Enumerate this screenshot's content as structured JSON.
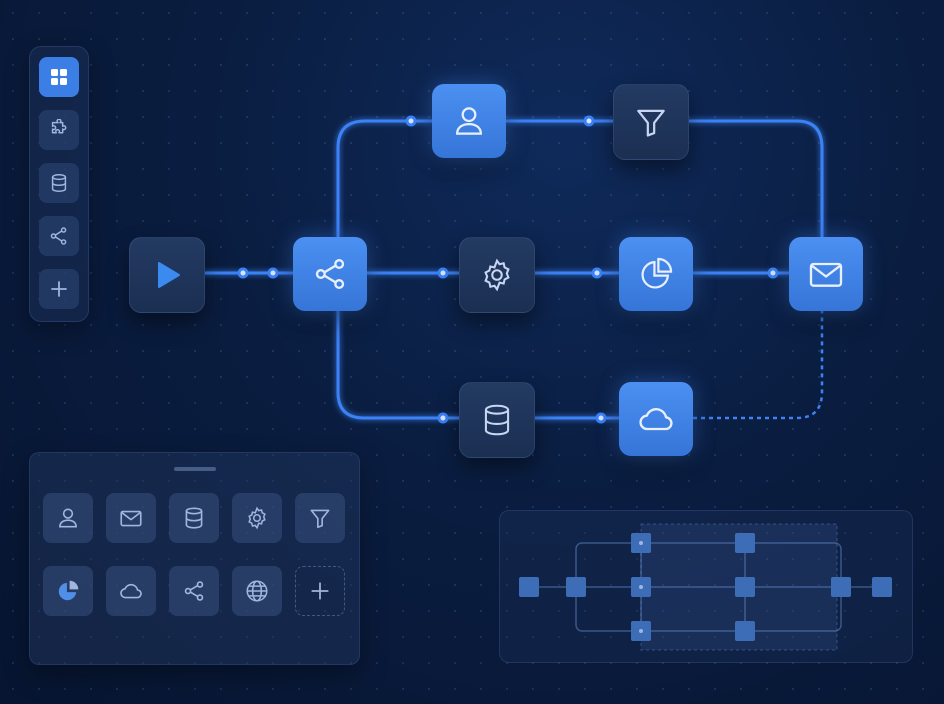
{
  "sidebar": {
    "items": [
      {
        "icon": "grid-icon",
        "active": true
      },
      {
        "icon": "puzzle-icon",
        "active": false
      },
      {
        "icon": "database-icon",
        "active": false
      },
      {
        "icon": "share-icon",
        "active": false
      },
      {
        "icon": "plus-icon",
        "active": false
      }
    ]
  },
  "workflow": {
    "nodes": [
      {
        "id": "start",
        "icon": "play-icon",
        "style": "dark"
      },
      {
        "id": "branch",
        "icon": "share-icon",
        "style": "blue"
      },
      {
        "id": "user",
        "icon": "user-icon",
        "style": "blue"
      },
      {
        "id": "filter",
        "icon": "filter-icon",
        "style": "dark"
      },
      {
        "id": "settings",
        "icon": "gear-icon",
        "style": "dark"
      },
      {
        "id": "analytics",
        "icon": "pie-chart-icon",
        "style": "blue"
      },
      {
        "id": "mail",
        "icon": "mail-icon",
        "style": "blue"
      },
      {
        "id": "database",
        "icon": "database-icon",
        "style": "dark"
      },
      {
        "id": "cloud",
        "icon": "cloud-icon",
        "style": "blue"
      }
    ]
  },
  "palette": {
    "items": [
      {
        "icon": "user-icon"
      },
      {
        "icon": "mail-icon"
      },
      {
        "icon": "database-icon"
      },
      {
        "icon": "gear-icon"
      },
      {
        "icon": "filter-icon"
      },
      {
        "icon": "pie-chart-icon"
      },
      {
        "icon": "cloud-icon"
      },
      {
        "icon": "share-icon"
      },
      {
        "icon": "globe-icon"
      },
      {
        "icon": "plus-icon"
      }
    ]
  },
  "colors": {
    "accent": "#3a7ee6",
    "node_dark": "#1f3459",
    "background": "#0a1d40",
    "connector": "#3b82f6",
    "icon_light": "#dbe7ff",
    "icon_muted": "#9fb6df"
  }
}
